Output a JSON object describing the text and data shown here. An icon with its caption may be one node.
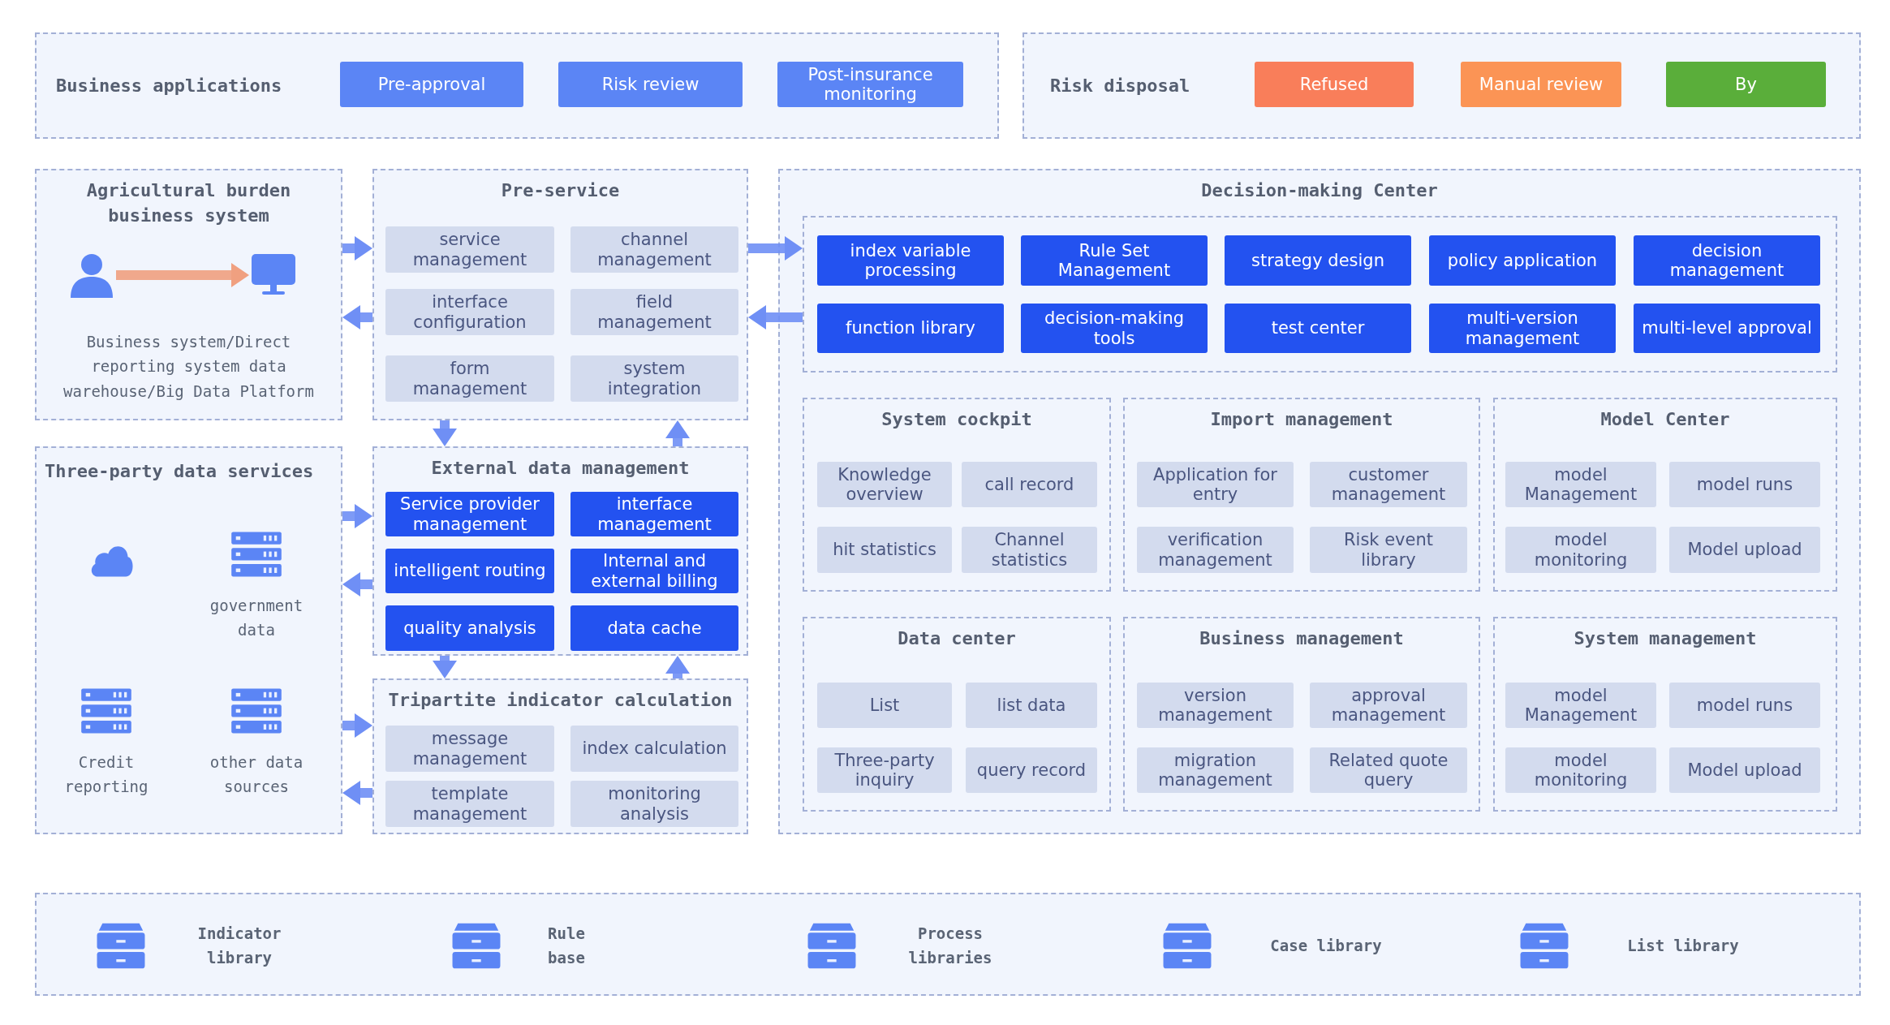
{
  "diagram": {
    "nodes": [
      {
        "text": [
          "Business applications"
        ]
      },
      {
        "text": [
          "Pre-approval"
        ],
        "in": 0
      },
      {
        "text": [
          "Risk review"
        ],
        "in": 0
      },
      {
        "text": [
          "Post-insurance monitoring"
        ],
        "in": 0
      },
      {
        "text": [
          "Risk disposal"
        ]
      },
      {
        "text": [
          "Refused"
        ],
        "in": 4
      },
      {
        "text": [
          "Manual review"
        ],
        "in": 4
      },
      {
        "text": [
          "By"
        ],
        "in": 4
      },
      {
        "text": [
          "Agricultural burden business system",
          "Business system/Direct reporting system data warehouse/Big Data Platform"
        ]
      },
      {
        "text": [],
        "shape": "person",
        "in": 8
      },
      {
        "text": [],
        "shape": "monitor",
        "in": 8
      },
      {
        "text": [
          "Pre-service"
        ]
      },
      {
        "text": [
          "service management"
        ],
        "in": 11
      },
      {
        "text": [
          "channel management"
        ],
        "in": 11
      },
      {
        "text": [
          "interface configuration"
        ],
        "in": 11
      },
      {
        "text": [
          "field management"
        ],
        "in": 11
      },
      {
        "text": [
          "form management"
        ],
        "in": 11
      },
      {
        "text": [
          "system integration"
        ],
        "in": 11
      },
      {
        "text": [
          "External data management"
        ]
      },
      {
        "text": [
          "Service provider management"
        ],
        "in": 18
      },
      {
        "text": [
          "interface management"
        ],
        "in": 18
      },
      {
        "text": [
          "intelligent routing"
        ],
        "in": 18
      },
      {
        "text": [
          "Internal and external billing"
        ],
        "in": 18
      },
      {
        "text": [
          "quality analysis"
        ],
        "in": 18
      },
      {
        "text": [
          "data cache"
        ],
        "in": 18
      },
      {
        "text": [
          "Tripartite indicator calculation"
        ]
      },
      {
        "text": [
          "message management"
        ],
        "in": 25
      },
      {
        "text": [
          "index calculation"
        ],
        "in": 25
      },
      {
        "text": [
          "template management"
        ],
        "in": 25
      },
      {
        "text": [
          "monitoring analysis"
        ],
        "in": 25
      },
      {
        "text": [
          "Three-party data services"
        ]
      },
      {
        "text": [],
        "shape": "cloud",
        "in": 30
      },
      {
        "text": [
          "government data"
        ],
        "in": 30
      },
      {
        "text": [
          "Credit reporting"
        ],
        "in": 30
      },
      {
        "text": [
          "other data sources"
        ],
        "in": 30
      },
      {
        "text": [
          "Decision-making Center"
        ]
      },
      {
        "text": [],
        "shape": "box",
        "in": 35
      },
      {
        "text": [
          "index variable processing"
        ],
        "in": 36
      },
      {
        "text": [
          "Rule Set Management"
        ],
        "in": 36
      },
      {
        "text": [
          "strategy design"
        ],
        "in": 36
      },
      {
        "text": [
          "policy application"
        ],
        "in": 36
      },
      {
        "text": [
          "decision management"
        ],
        "in": 36
      },
      {
        "text": [
          "function library"
        ],
        "in": 36
      },
      {
        "text": [
          "decision-making tools"
        ],
        "in": 36
      },
      {
        "text": [
          "test center"
        ],
        "in": 36
      },
      {
        "text": [
          "multi-version management"
        ],
        "in": 36
      },
      {
        "text": [
          "multi-level approval"
        ],
        "in": 36
      },
      {
        "text": [
          "System cockpit"
        ],
        "in": 35
      },
      {
        "text": [
          "Knowledge overview"
        ],
        "in": 47
      },
      {
        "text": [
          "call record"
        ],
        "in": 47
      },
      {
        "text": [
          "hit statistics"
        ],
        "in": 47
      },
      {
        "text": [
          "Channel statistics"
        ],
        "in": 47
      },
      {
        "text": [
          "Import management"
        ],
        "in": 35
      },
      {
        "text": [
          "Application for entry"
        ],
        "in": 52
      },
      {
        "text": [
          "customer management"
        ],
        "in": 52
      },
      {
        "text": [
          "verification management"
        ],
        "in": 52
      },
      {
        "text": [
          "Risk event library"
        ],
        "in": 52
      },
      {
        "text": [
          "Model Center"
        ],
        "in": 35
      },
      {
        "text": [
          "model Management"
        ],
        "in": 57
      },
      {
        "text": [
          "model runs"
        ],
        "in": 57
      },
      {
        "text": [
          "model monitoring"
        ],
        "in": 57
      },
      {
        "text": [
          "Model upload"
        ],
        "in": 57
      },
      {
        "text": [
          "Data center"
        ],
        "in": 35
      },
      {
        "text": [
          "List"
        ],
        "in": 62
      },
      {
        "text": [
          "list data"
        ],
        "in": 62
      },
      {
        "text": [
          "Three-party inquiry"
        ],
        "in": 62
      },
      {
        "text": [
          "query record"
        ],
        "in": 62
      },
      {
        "text": [
          "Business management"
        ],
        "in": 35
      },
      {
        "text": [
          "version management"
        ],
        "in": 67
      },
      {
        "text": [
          "approval management"
        ],
        "in": 67
      },
      {
        "text": [
          "migration management"
        ],
        "in": 67
      },
      {
        "text": [
          "Related quote query"
        ],
        "in": 67
      },
      {
        "text": [
          "System management"
        ],
        "in": 35
      },
      {
        "text": [
          "model Management"
        ],
        "in": 72
      },
      {
        "text": [
          "model runs"
        ],
        "in": 72
      },
      {
        "text": [
          "model monitoring"
        ],
        "in": 72
      },
      {
        "text": [
          "Model upload"
        ],
        "in": 72
      },
      {
        "text": [],
        "shape": "box"
      },
      {
        "text": [
          "Indicator library"
        ],
        "in": 77
      },
      {
        "text": [
          "Rule base"
        ],
        "in": 77
      },
      {
        "text": [
          "Process libraries"
        ],
        "in": 77
      },
      {
        "text": [
          "Case library"
        ],
        "in": 77
      },
      {
        "text": [
          "List library"
        ],
        "in": 77
      }
    ],
    "edges": [
      {
        "from": 8,
        "to": 11,
        "arrow": "to"
      },
      {
        "from": 11,
        "to": 8,
        "arrow": "to"
      },
      {
        "from": 11,
        "to": 36,
        "arrow": "to"
      },
      {
        "from": 36,
        "to": 11,
        "arrow": "to"
      },
      {
        "from": 11,
        "to": 18,
        "arrow": "to"
      },
      {
        "from": 18,
        "to": 11,
        "arrow": "to"
      },
      {
        "from": 18,
        "to": 25,
        "arrow": "to"
      },
      {
        "from": 25,
        "to": 18,
        "arrow": "to"
      },
      {
        "from": 30,
        "to": 18,
        "arrow": "to"
      },
      {
        "from": 18,
        "to": 30,
        "arrow": "to"
      },
      {
        "from": 30,
        "to": 25,
        "arrow": "to"
      },
      {
        "from": 25,
        "to": 30,
        "arrow": "to"
      },
      {
        "from": 9,
        "to": 10,
        "arrow": "to",
        "color": "#f0a080"
      }
    ]
  }
}
